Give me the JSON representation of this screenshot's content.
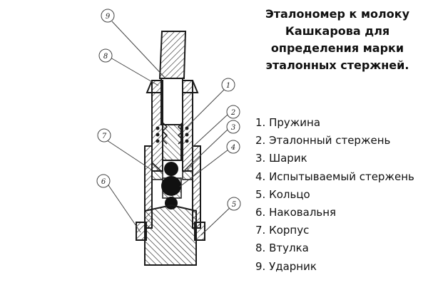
{
  "title": "Эталономер к молоку Кашкарова для определения марки эталонных стержней.",
  "legend": [
    {
      "num": "1",
      "text": "1. Пружина"
    },
    {
      "num": "2",
      "text": "2. Эталонный стержень"
    },
    {
      "num": "3",
      "text": "3. Шарик"
    },
    {
      "num": "4",
      "text": "4. Испытываемый стержень"
    },
    {
      "num": "5",
      "text": "5. Кольцо"
    },
    {
      "num": "6",
      "text": "6. Наковальня"
    },
    {
      "num": "7",
      "text": "7. Корпус"
    },
    {
      "num": "8",
      "text": "8. Втулка"
    },
    {
      "num": "9",
      "text": "9. Ударник"
    }
  ],
  "colors": {
    "ink": "#1a1a1a",
    "background": "#ffffff"
  }
}
